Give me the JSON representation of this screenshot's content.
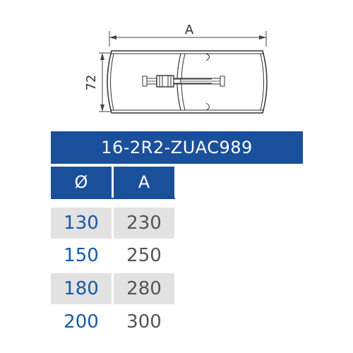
{
  "drawing": {
    "width_label": "A",
    "height_label": "72"
  },
  "table": {
    "title": "16-2R2-ZUAC989",
    "headers": [
      "Ø",
      "A"
    ],
    "rows": [
      {
        "d": "130",
        "a": "230",
        "shaded": true
      },
      {
        "d": "150",
        "a": "250",
        "shaded": false
      },
      {
        "d": "180",
        "a": "280",
        "shaded": true
      },
      {
        "d": "200",
        "a": "300",
        "shaded": false
      }
    ]
  },
  "colors": {
    "header_bg": "#1a4f9c",
    "diameter_text": "#1a5aa8",
    "value_text": "#555555",
    "row_shade": "#e2e2e2"
  }
}
